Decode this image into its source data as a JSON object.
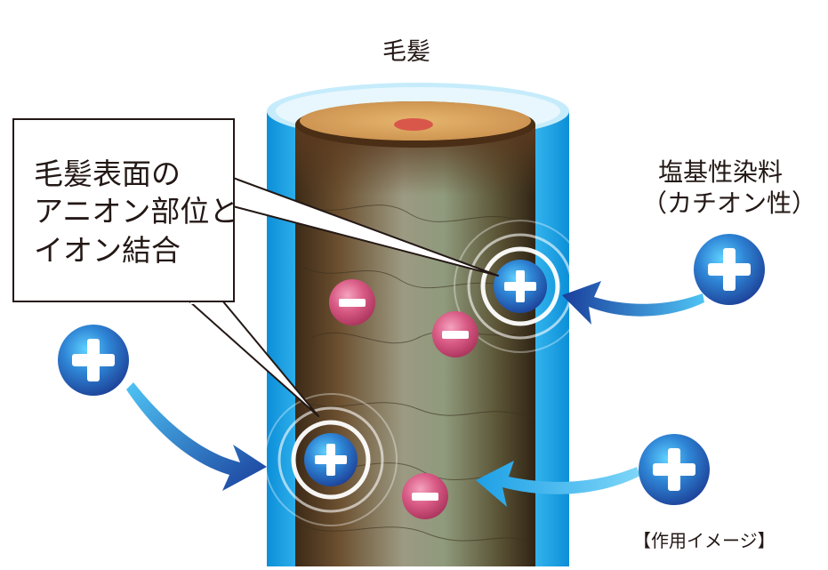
{
  "labels": {
    "hair": "毛髪",
    "callout": [
      "毛髪表面の",
      "アニオン部位と",
      "イオン結合"
    ],
    "dye_name": "塩基性染料",
    "dye_type": "（カチオン性）",
    "footnote": "【作用イメージ】"
  },
  "glyphs": {
    "plus": "+",
    "minus": "−"
  },
  "colors": {
    "outer_layer": "#1aa6e6",
    "hair_shaft": "#6b5a3c",
    "cut_surface": "#d9a25c",
    "cation": "#2a4fa6",
    "anion": "#d0557a",
    "arrow": "#1f56b0"
  }
}
